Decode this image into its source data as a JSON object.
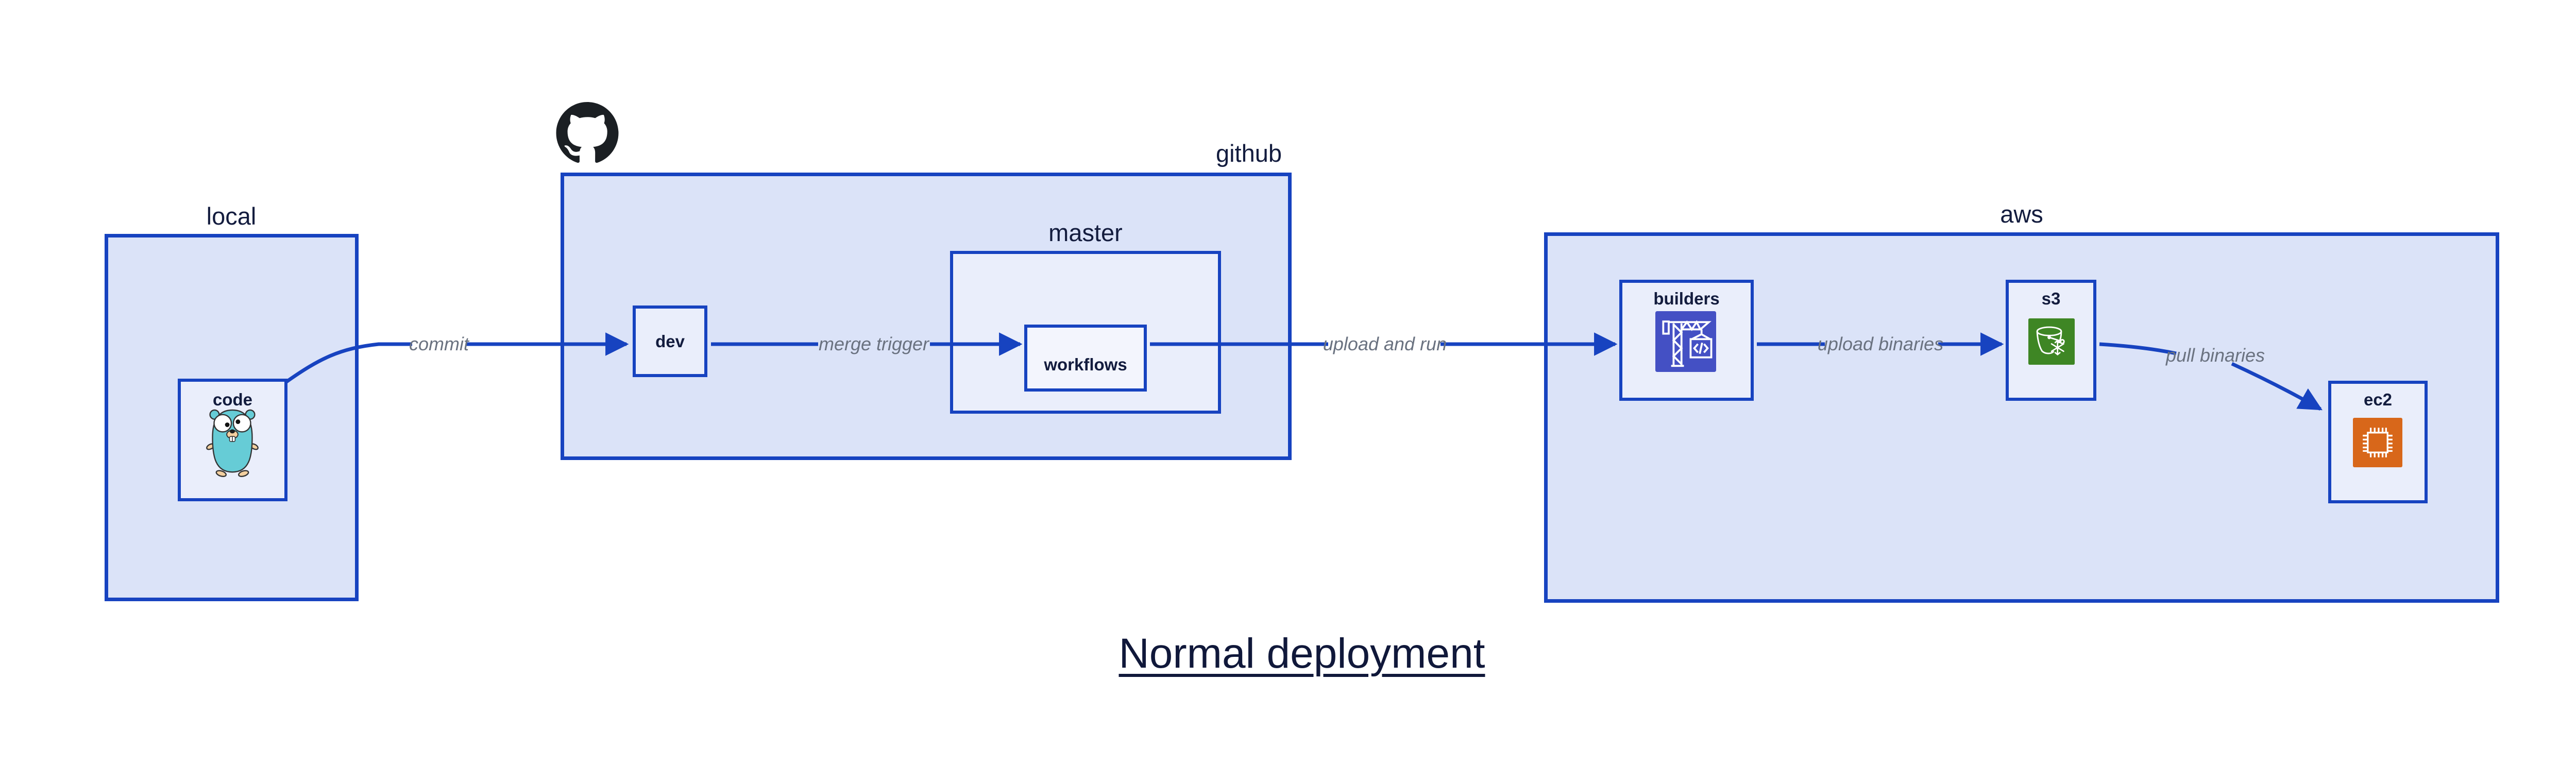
{
  "title": "Normal deployment",
  "containers": {
    "local": {
      "label": "local"
    },
    "github": {
      "label": "github"
    },
    "master": {
      "label": "master"
    },
    "aws": {
      "label": "aws"
    }
  },
  "nodes": {
    "code": {
      "label": "code",
      "icon": "go-gopher-icon"
    },
    "dev": {
      "label": "dev"
    },
    "workflows": {
      "label": "workflows"
    },
    "builders": {
      "label": "builders",
      "icon": "aws-codebuild-crane-icon"
    },
    "s3": {
      "label": "s3",
      "icon": "s3-glacier-bucket-icon"
    },
    "ec2": {
      "label": "ec2",
      "icon": "ec2-chip-icon"
    }
  },
  "edges": [
    {
      "label": "commit",
      "from": "code",
      "to": "dev"
    },
    {
      "label": "merge trigger",
      "from": "dev",
      "to": "workflows"
    },
    {
      "label": "upload and run",
      "from": "workflows",
      "to": "builders"
    },
    {
      "label": "upload binaries",
      "from": "builders",
      "to": "s3"
    },
    {
      "label": "pull binaries",
      "from": "s3",
      "to": "ec2"
    }
  ],
  "colors": {
    "accent": "#1743c0",
    "container_fill": "#dbe3f8",
    "node_fill": "#eaeefb",
    "nested_fill": "#f3f5fd",
    "heading_text": "#131c3e",
    "edge_label_text": "#6a7280",
    "title_text": "#10183a",
    "octocat": "#1b1f23",
    "builders_bg": "#4450c4",
    "s3_bg": "#3e8624",
    "ec2_bg": "#d8671a",
    "gopher_body": "#66ccd6",
    "gopher_skin": "#f3cf9f"
  }
}
